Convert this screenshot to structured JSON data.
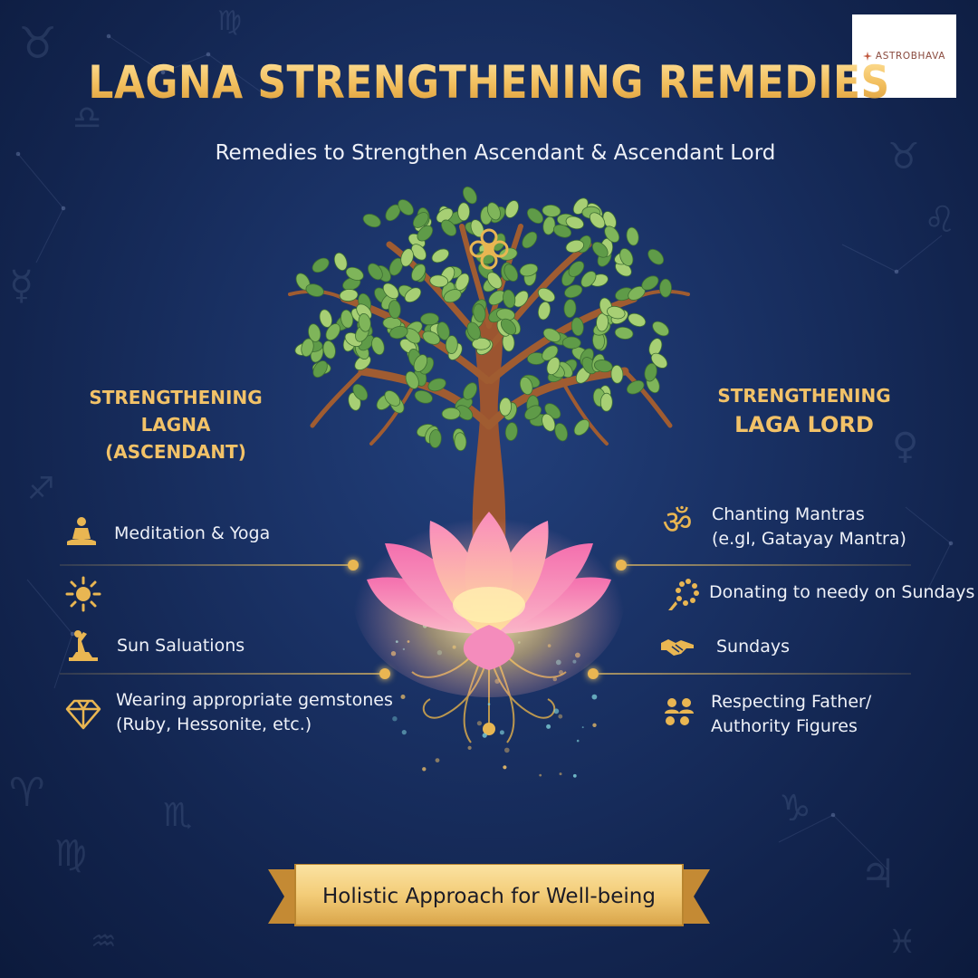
{
  "brand": {
    "name": "ASTROBHAVA"
  },
  "header": {
    "title": "LAGNA STRENGTHENING REMEDIES",
    "subtitle": "Remedies to Strengthen Ascendant & Ascendant Lord"
  },
  "left": {
    "heading": [
      "STRENGTHENING",
      "LAGNA",
      "(ASCENDANT)"
    ],
    "items": [
      {
        "icon": "meditation-icon",
        "text": "Meditation & Yoga"
      },
      {
        "icon": "sun-icon",
        "text": ""
      },
      {
        "icon": "sun-salutation-icon",
        "text": "Sun Saluations"
      },
      {
        "icon": "gemstone-icon",
        "text": [
          "Wearing appropriate gemstones",
          "(Ruby, Hessonite, etc.)"
        ]
      }
    ]
  },
  "right": {
    "heading": [
      "STRENGTHENING",
      "LAGA LORD"
    ],
    "items": [
      {
        "icon": "om-icon",
        "text": [
          "Chanting Mantras",
          "(e.gI, Gatayay Mantra)"
        ]
      },
      {
        "icon": "prayer-beads-icon",
        "text": "Donating to needy on Sundays"
      },
      {
        "icon": "handshake-icon",
        "text": "Sundays"
      },
      {
        "icon": "people-icon",
        "text": [
          "Respecting Father/",
          "Authority Figures"
        ]
      }
    ]
  },
  "footer": {
    "banner": "Holistic Approach for Well-being"
  },
  "colors": {
    "background": "#1a3266",
    "gold": "#f2c268",
    "text": "#eef1f8",
    "lotus": "#f07fb3",
    "leaf": "#7fb55a",
    "trunk": "#a0582e"
  }
}
